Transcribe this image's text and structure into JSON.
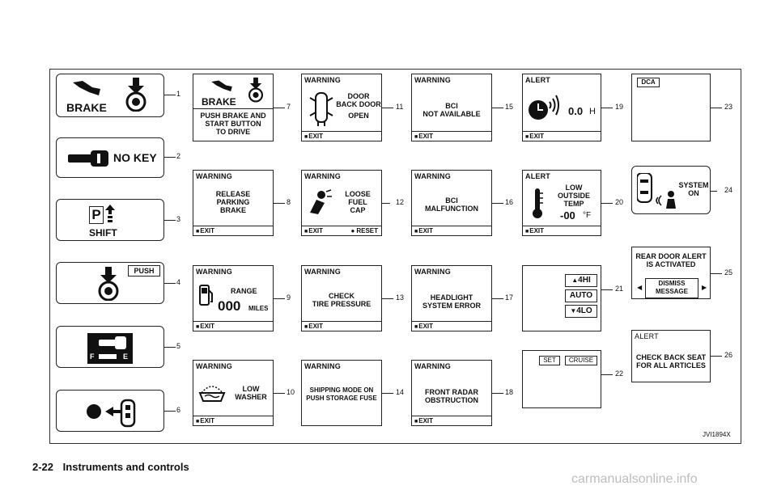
{
  "page": {
    "number": "2-22",
    "section": "Instruments and controls",
    "figure_code": "JVI1894X",
    "watermark": "carmanualsonline.info"
  },
  "labels": {
    "n1": "1",
    "n2": "2",
    "n3": "3",
    "n4": "4",
    "n5": "5",
    "n6": "6",
    "n7": "7",
    "n8": "8",
    "n9": "9",
    "n10": "10",
    "n11": "11",
    "n12": "12",
    "n13": "13",
    "n14": "14",
    "n15": "15",
    "n16": "16",
    "n17": "17",
    "n18": "18",
    "n19": "19",
    "n20": "20",
    "n21": "21",
    "n22": "22",
    "n23": "23",
    "n24": "24",
    "n25": "25",
    "n26": "26"
  },
  "common": {
    "warning": "WARNING",
    "alert": "ALERT",
    "exit": "EXIT",
    "reset": "RESET"
  },
  "p1": {
    "text": "BRAKE"
  },
  "p2": {
    "text": "NO KEY"
  },
  "p3": {
    "p": "P",
    "text": "SHIFT"
  },
  "p4": {
    "text": "PUSH"
  },
  "p7": {
    "title": "BRAKE",
    "msg": "PUSH BRAKE AND\nSTART BUTTON\nTO DRIVE"
  },
  "p8": {
    "msg": "RELEASE\nPARKING\nBRAKE"
  },
  "p9": {
    "label": "RANGE",
    "value": "000",
    "unit": "MILES"
  },
  "p10": {
    "msg": "LOW\nWASHER"
  },
  "p11": {
    "msg1": "DOOR\nBACK DOOR",
    "msg2": "OPEN"
  },
  "p12": {
    "msg": "LOOSE\nFUEL\nCAP"
  },
  "p13": {
    "msg": "CHECK\nTIRE PRESSURE"
  },
  "p14": {
    "msg": "SHIPPING MODE ON\nPUSH STORAGE FUSE"
  },
  "p15": {
    "msg": "BCI\nNOT AVAILABLE"
  },
  "p16": {
    "msg": "BCI\nMALFUNCTION"
  },
  "p17": {
    "msg": "HEADLIGHT\nSYSTEM ERROR"
  },
  "p18": {
    "msg": "FRONT RADAR\nOBSTRUCTION"
  },
  "p19": {
    "value": "0.0",
    "unit": "H"
  },
  "p20": {
    "msg": "LOW\nOUTSIDE\nTEMP",
    "value": "-00",
    "unit": "°F"
  },
  "p21": {
    "b1": "4HI",
    "b2": "AUTO",
    "b3": "4LO"
  },
  "p22": {
    "set": "SET",
    "cruise": "CRUISE"
  },
  "p23": {
    "text": "DCA"
  },
  "p24": {
    "msg": "SYSTEM\nON"
  },
  "p25": {
    "msg": "REAR DOOR ALERT\nIS ACTIVATED",
    "btn": "DISMISS\nMESSAGE"
  },
  "p26": {
    "msg": "CHECK BACK SEAT\nFOR ALL ARTICLES"
  }
}
